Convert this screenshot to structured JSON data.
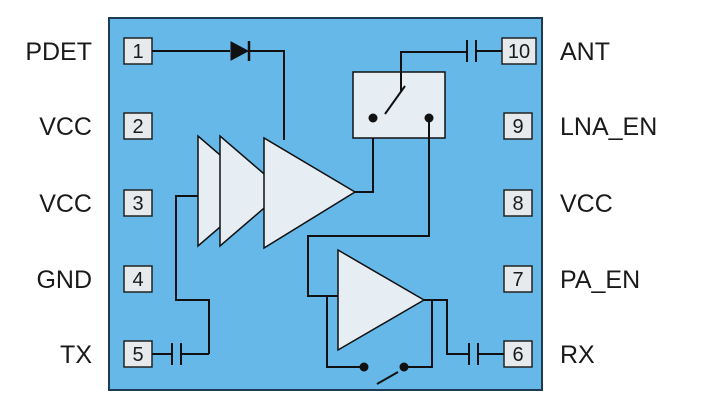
{
  "colors": {
    "chip_body": "#66b8e8",
    "chip_border": "#1f3a55",
    "pin_box": "#e6eaed",
    "block_fill": "#e7eef3",
    "wire": "#111111"
  },
  "left_pins": [
    {
      "number": "1",
      "name": "PDET"
    },
    {
      "number": "2",
      "name": "VCC"
    },
    {
      "number": "3",
      "name": "VCC"
    },
    {
      "number": "4",
      "name": "GND"
    },
    {
      "number": "5",
      "name": "TX"
    }
  ],
  "right_pins": [
    {
      "number": "10",
      "name": "ANT"
    },
    {
      "number": "9",
      "name": "LNA_EN"
    },
    {
      "number": "8",
      "name": "VCC"
    },
    {
      "number": "7",
      "name": "PA_EN"
    },
    {
      "number": "6",
      "name": "RX"
    }
  ],
  "icons": {
    "pa": "power-amplifier-triangle-icon",
    "lna": "low-noise-amplifier-triangle-icon",
    "diode": "diode-icon",
    "capacitor": "capacitor-icon",
    "switch": "switch-icon"
  }
}
